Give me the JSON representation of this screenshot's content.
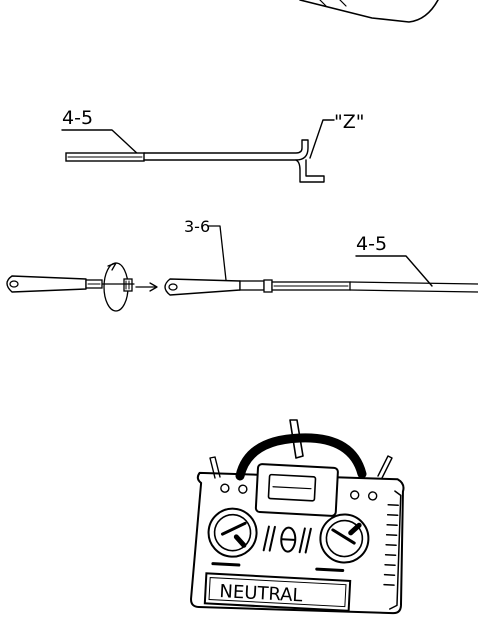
{
  "labels": {
    "rod_top_part": "4-5",
    "z_bend": "\"Z\"",
    "clevis_part": "3-6",
    "rod_bottom_part": "4-5",
    "transmitter_screen": "NEUTRAL"
  },
  "icons": {
    "upper_partial": "partial-outline",
    "rod_top": "pushrod-z-bend-icon",
    "clevis_assembly": "clevis-pushrod-assembly-icon",
    "transmitter": "rc-transmitter-icon"
  },
  "colors": {
    "line": "#000000",
    "background": "#ffffff"
  }
}
